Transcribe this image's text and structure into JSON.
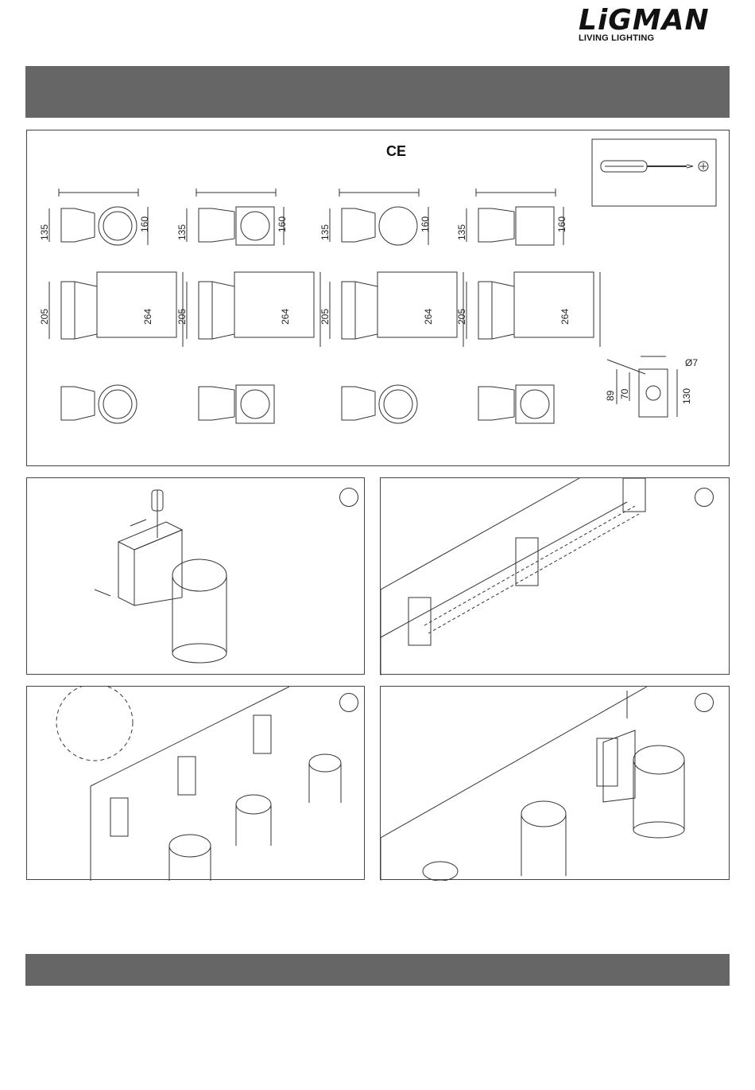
{
  "brand": {
    "name": "LiGMAN",
    "tagline": "LIVING LIGHTING"
  },
  "certification": {
    "mark": "CE"
  },
  "tools": {
    "screwdriver_icon": "phillips-screwdriver-icon",
    "phillips_symbol": "phillips-head-icon"
  },
  "dimensions": {
    "top_view": {
      "depth": "135",
      "height": "160"
    },
    "side_view": {
      "depth": "205",
      "height": "264"
    },
    "bracket": {
      "hole_diameter": "Ø7",
      "width": "89",
      "hole_spacing": "70",
      "height": "130"
    }
  },
  "colors": {
    "band": "#666666",
    "line": "#333333"
  }
}
